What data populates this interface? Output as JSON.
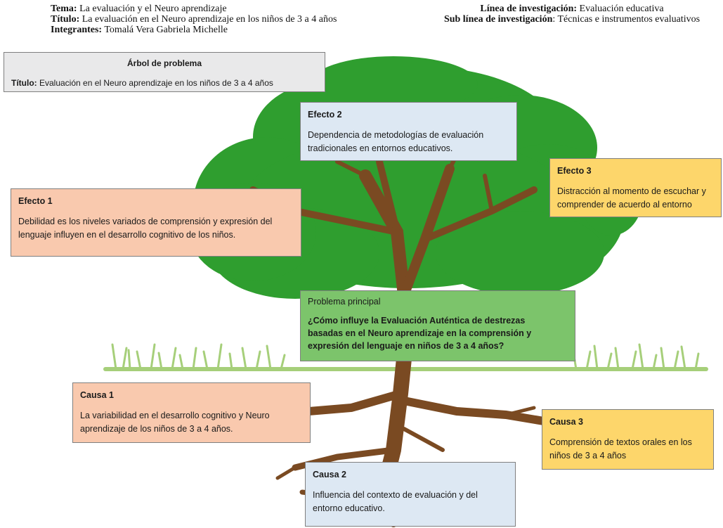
{
  "header": {
    "tema_label": "Tema:",
    "tema_value": " La evaluación y el Neuro aprendizaje",
    "titulo_label": "Título:",
    "titulo_value": " La evaluación en el Neuro aprendizaje en los niños de 3 a 4 años",
    "integrantes_label": "Integrantes:",
    "integrantes_value": " Tomalá Vera Gabriela Michelle",
    "linea_label": "Línea de investigación:",
    "linea_value": " Evaluación educativa",
    "sublinea_label": "Sub línea de investigación",
    "sublinea_value": ": Técnicas e instrumentos evaluativos"
  },
  "title_box": {
    "heading": "Árbol de problema",
    "titulo_label": "Título:",
    "titulo_value": "  Evaluación en el Neuro aprendizaje en los niños de 3 a 4 años"
  },
  "efecto1": {
    "label": "Efecto 1",
    "text": "Debilidad es los niveles variados de comprensión y expresión del lenguaje influyen en el desarrollo cognitivo de los niños."
  },
  "efecto2": {
    "label": "Efecto 2",
    "text": "Dependencia de metodologías de evaluación tradicionales en entornos educativos."
  },
  "efecto3": {
    "label": "Efecto 3",
    "text": "Distracción al momento de escuchar y comprender de acuerdo al entorno"
  },
  "problema": {
    "label": "Problema principal",
    "text": "¿Cómo influye la Evaluación Auténtica de destrezas basadas en el Neuro aprendizaje en la comprensión y expresión del lenguaje en niños de 3 a 4 años?"
  },
  "causa1": {
    "label": "Causa 1",
    "text": " La variabilidad en el desarrollo cognitivo y Neuro aprendizaje de los niños de 3 a 4 años."
  },
  "causa2": {
    "label": "Causa 2",
    "text": "Influencia del contexto de evaluación y del entorno educativo."
  },
  "causa3": {
    "label": "Causa 3",
    "text": "Comprensión de textos orales en los niños de 3 a 4 años"
  },
  "colors": {
    "foliage": "#2f9e2f",
    "trunk": "#7a4a22",
    "grass": "#a6cf7a",
    "title_box": "#e9e9ea",
    "blue_box": "#dde8f3",
    "orange_box": "#f9c9ae",
    "yellow_box": "#fdd66b",
    "green_box": "#7cc46b"
  }
}
